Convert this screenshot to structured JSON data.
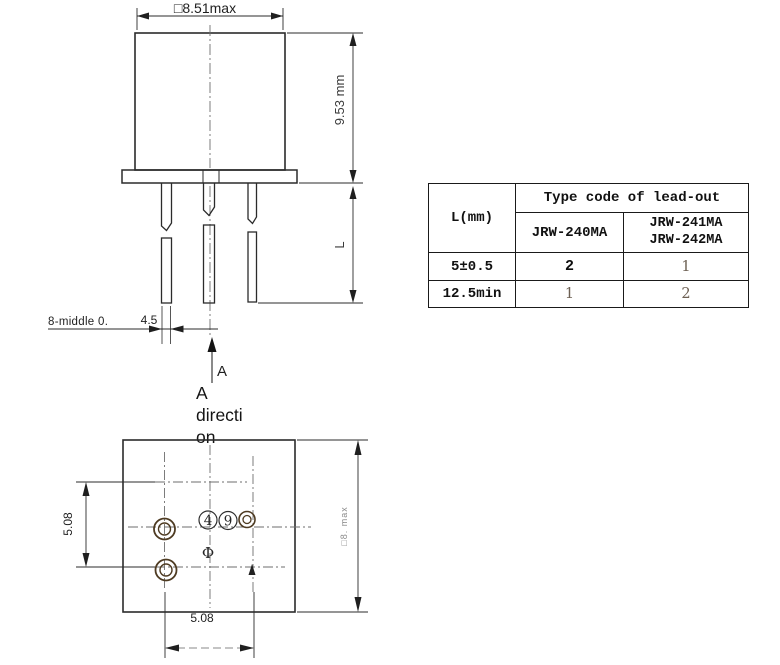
{
  "drawing": {
    "front_view": {
      "top_width_dim": "□8.51max",
      "body_height_dim": "9.53 mm",
      "lead_length_label": "L",
      "lead_note": "8-middle 0.",
      "lead_offset_dim": "4.5",
      "view_arrow_label": "A",
      "view_caption_lines": [
        "A",
        "directi",
        "on"
      ]
    },
    "bottom_view": {
      "vertical_pitch_dim": "5.08",
      "horizontal_pitch_dim": "5.08",
      "outline_dim": "□8. max",
      "pin_label_4": "4",
      "pin_label_9": "9",
      "diameter_symbol": "Φ"
    }
  },
  "table": {
    "l_header": "L(mm)",
    "leadout_header": "Type code of lead-out",
    "model_a": "JRW-240MA",
    "model_b_line1": "JRW-241MA",
    "model_b_line2": "JRW-242MA",
    "rows": [
      {
        "l": "5±0.5",
        "a": "2",
        "b": "1"
      },
      {
        "l": "12.5min",
        "a": "1",
        "b": "2"
      }
    ]
  },
  "colors": {
    "line": "#2b2b2b",
    "centerline": "#6e6e6e",
    "pin_ring": "#4e3b22",
    "table_border": "#1a1a1a",
    "value_light": "#6d6053",
    "background": "#ffffff"
  }
}
